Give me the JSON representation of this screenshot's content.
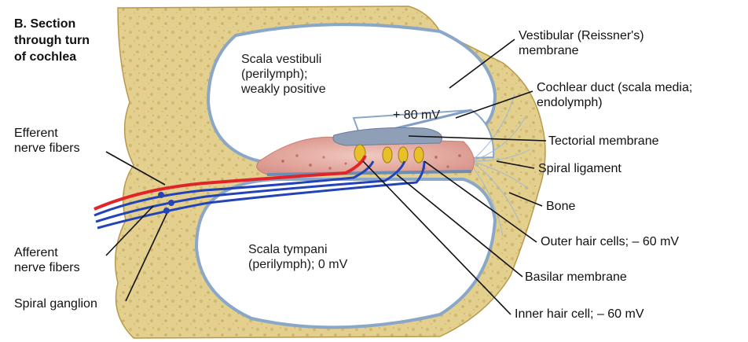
{
  "title": "B. Section\nthrough turn\nof cochlea",
  "regions": {
    "scala_vestibuli": "Scala vestibuli\n(perilymph);\nweakly positive",
    "scala_tympani": "Scala tympani\n(perilymph); 0 mV",
    "duct_potential": "+ 80 mV"
  },
  "labels": {
    "vestibular_membrane": "Vestibular (Reissner's)\nmembrane",
    "cochlear_duct": "Cochlear duct (scala media;\nendolymph)",
    "tectorial_membrane": "Tectorial membrane",
    "spiral_ligament": "Spiral ligament",
    "bone": "Bone",
    "outer_hair_cells": "Outer hair cells; – 60 mV",
    "basilar_membrane": "Basilar membrane",
    "inner_hair_cell": "Inner hair cell; – 60 mV",
    "efferent_fibers": "Efferent\nnerve fibers",
    "afferent_fibers": "Afferent\nnerve fibers",
    "spiral_ganglion": "Spiral ganglion"
  },
  "colors": {
    "bone": "#e3cf8e",
    "bone_dark": "#c9ad5e",
    "membrane_blue": "#7f9fc4",
    "tissue_pink": "#e8b3ab",
    "efferent_red": "#e0242a",
    "afferent_blue": "#2244b8",
    "hair_cell_yellow": "#e8c02a"
  }
}
